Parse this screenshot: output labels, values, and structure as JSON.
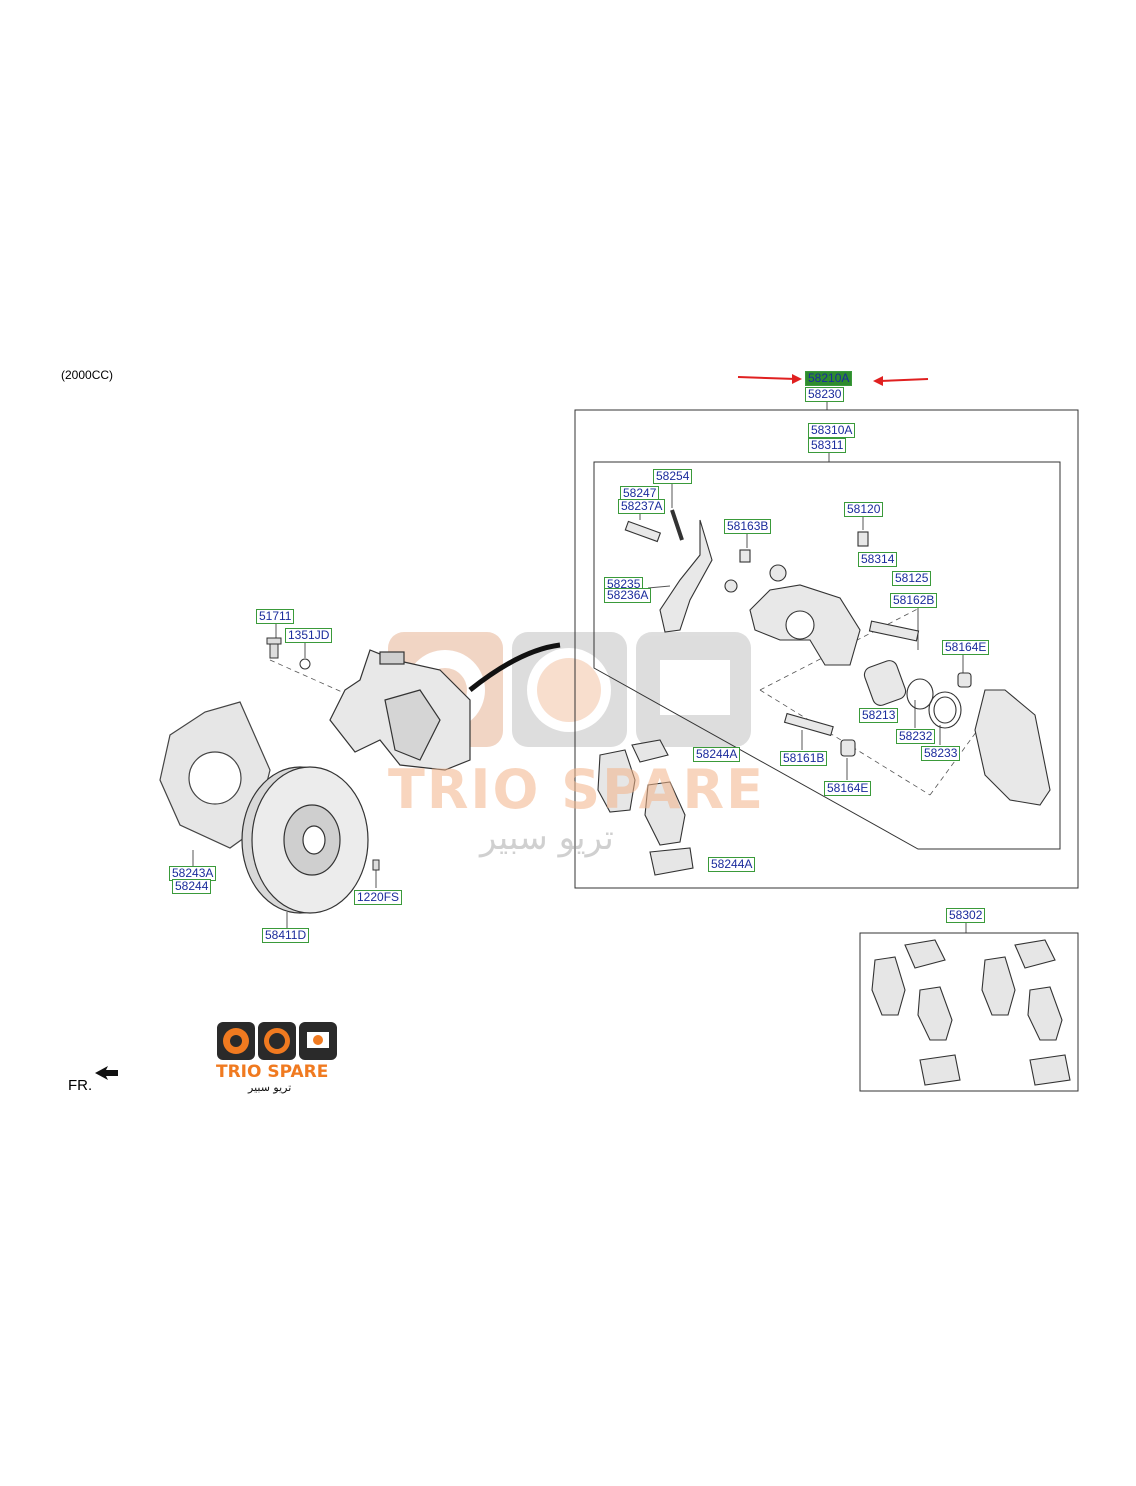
{
  "note": "(2000CC)",
  "fr_label": "FR.",
  "selected_part": "58210A",
  "colors": {
    "label_text": "#1a2b9c",
    "label_border": "#3a9a3a",
    "selected_fill": "#2e8b2e",
    "arrow": "#e02020",
    "watermark": "#f3b48a",
    "logo_orange": "#f07a20"
  },
  "parts": [
    {
      "id": "p58210A",
      "text": "58210A",
      "selected": true
    },
    {
      "id": "p58230",
      "text": "58230"
    },
    {
      "id": "p58310A",
      "text": "58310A"
    },
    {
      "id": "p58311",
      "text": "58311"
    },
    {
      "id": "p58254",
      "text": "58254"
    },
    {
      "id": "p58247",
      "text": "58247"
    },
    {
      "id": "p58237A",
      "text": "58237A"
    },
    {
      "id": "p58163B",
      "text": "58163B"
    },
    {
      "id": "p58120",
      "text": "58120"
    },
    {
      "id": "p58314",
      "text": "58314"
    },
    {
      "id": "p58125",
      "text": "58125"
    },
    {
      "id": "p58235",
      "text": "58235"
    },
    {
      "id": "p58236A",
      "text": "58236A"
    },
    {
      "id": "p58162B",
      "text": "58162B"
    },
    {
      "id": "p58164Ea",
      "text": "58164E"
    },
    {
      "id": "p58213",
      "text": "58213"
    },
    {
      "id": "p58232",
      "text": "58232"
    },
    {
      "id": "p58233",
      "text": "58233"
    },
    {
      "id": "p58244Aa",
      "text": "58244A"
    },
    {
      "id": "p58161B",
      "text": "58161B"
    },
    {
      "id": "p58164Eb",
      "text": "58164E"
    },
    {
      "id": "p58244Ab",
      "text": "58244A"
    },
    {
      "id": "p51711",
      "text": "51711"
    },
    {
      "id": "p1351JD",
      "text": "1351JD"
    },
    {
      "id": "p58243A",
      "text": "58243A"
    },
    {
      "id": "p58244",
      "text": "58244"
    },
    {
      "id": "p1220FS",
      "text": "1220FS"
    },
    {
      "id": "p58411D",
      "text": "58411D"
    },
    {
      "id": "p58302",
      "text": "58302"
    }
  ],
  "watermark": {
    "title": "TRIO SPARE",
    "arabic": "تريو سبير"
  },
  "logo": {
    "title": "TRIO SPARE",
    "arabic": "تريو سبير"
  }
}
